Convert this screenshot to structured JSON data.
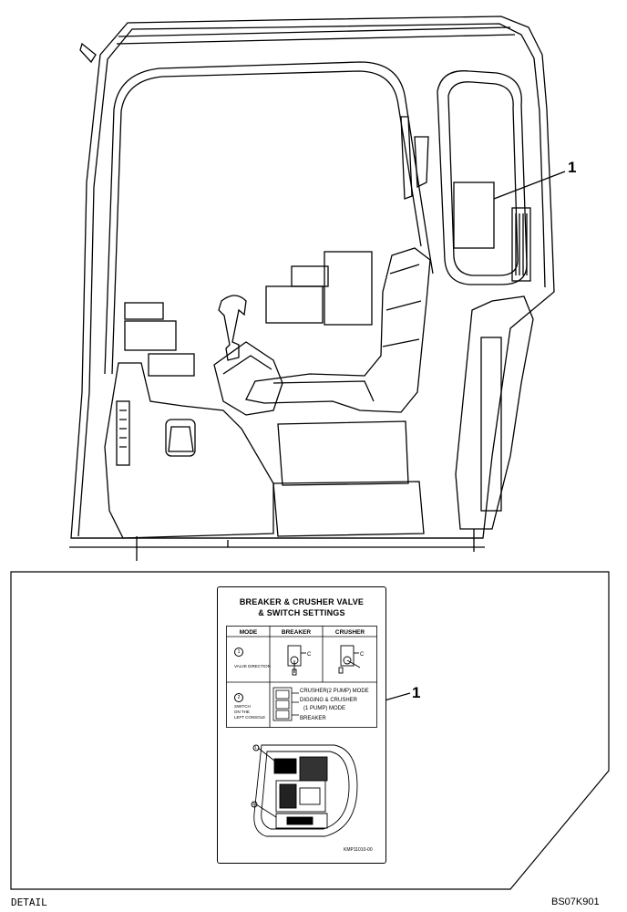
{
  "callouts": {
    "upper": "1",
    "lower": "1"
  },
  "label": {
    "title_line1": "BREAKER & CRUSHER VALVE",
    "title_line2": "& SWITCH SETTINGS",
    "headers": {
      "mode": "MODE",
      "breaker": "BREAKER",
      "crusher": "CRUSHER"
    },
    "row1": {
      "num": "1",
      "text": "VALVE DIRECTION",
      "valve_mark": "C"
    },
    "row2": {
      "num": "2",
      "text_line1": "SWITCH",
      "text_line2": "ON THE",
      "text_line3": "LEFT CONSOLE"
    },
    "modes": [
      "CRUSHER(2 PUMP) MODE",
      "DIGGING & CRUSHER",
      "(1 PUMP) MODE",
      "BREAKER"
    ],
    "mini_nums": [
      "1",
      "2"
    ],
    "part_no": "KMP11010-00"
  },
  "footer": {
    "left": "DETAIL",
    "right": "BS07K901"
  }
}
